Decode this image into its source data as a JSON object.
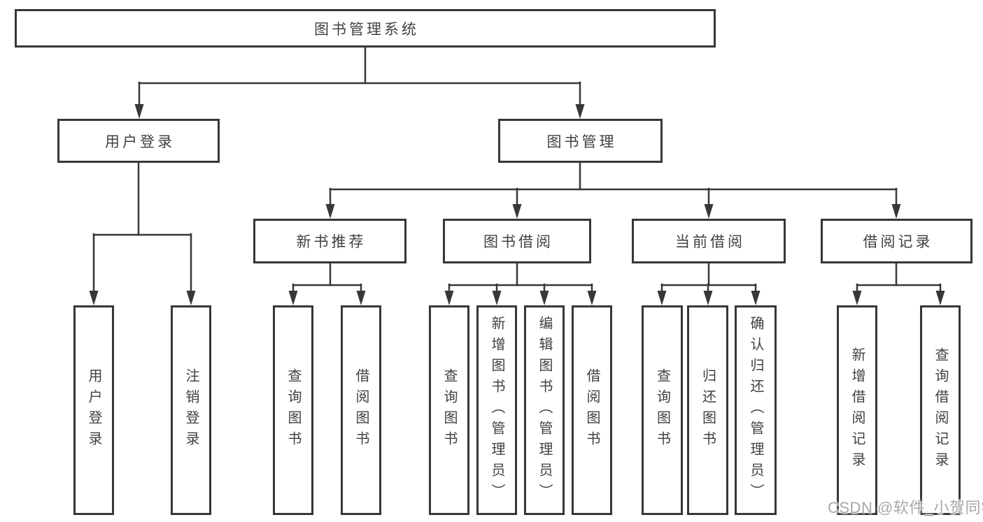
{
  "diagram": {
    "root": {
      "label": "图书管理系统"
    },
    "level1": [
      {
        "label": "用户登录"
      },
      {
        "label": "图书管理"
      }
    ],
    "level2": [
      {
        "label": "新书推荐"
      },
      {
        "label": "图书借阅"
      },
      {
        "label": "当前借阅"
      },
      {
        "label": "借阅记录"
      }
    ],
    "leaves": [
      {
        "label": "用户登录"
      },
      {
        "label": "注销登录"
      },
      {
        "label": "查询图书"
      },
      {
        "label": "借阅图书"
      },
      {
        "label": "查询图书"
      },
      {
        "label": "新增图书（管理员）"
      },
      {
        "label": "编辑图书（管理员）"
      },
      {
        "label": "借阅图书"
      },
      {
        "label": "查询图书"
      },
      {
        "label": "归还图书"
      },
      {
        "label": "确认归还（管理员）"
      },
      {
        "label": "新增借阅记录"
      },
      {
        "label": "查询借阅记录"
      }
    ]
  },
  "watermark": {
    "text": "CSDN @软件_小贺同学"
  },
  "colors": {
    "line": "#373737",
    "text": "#414141",
    "watermark": "#a8a8a8"
  }
}
